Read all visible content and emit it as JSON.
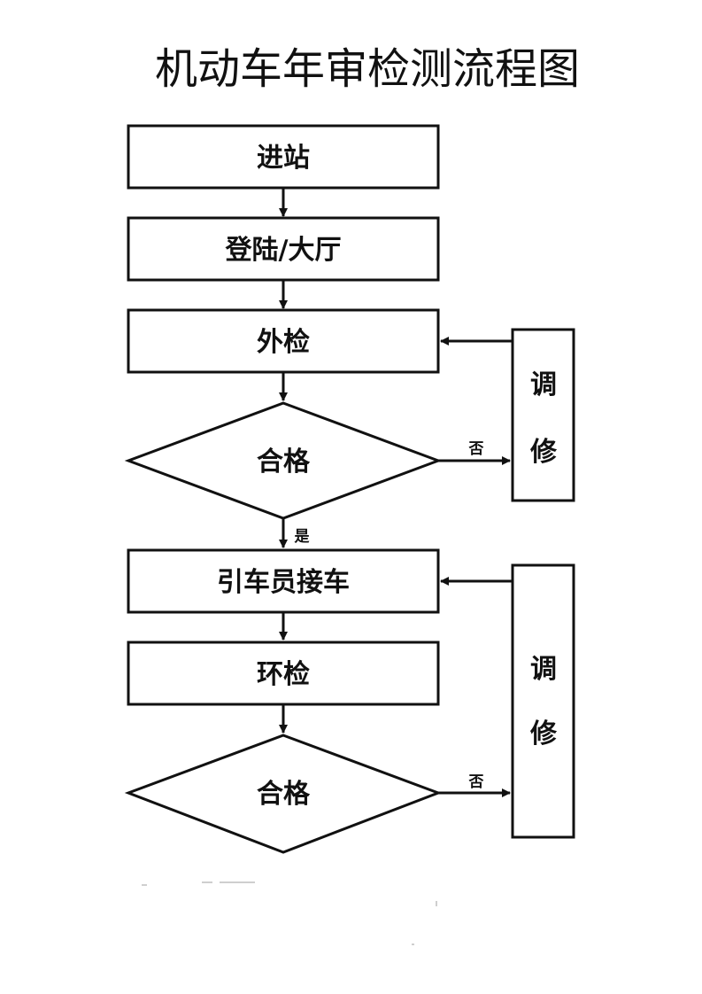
{
  "title": "机动车年审检测流程图",
  "steps": {
    "enter": "进站",
    "login": "登陆/大厅",
    "exterior_check": "外检",
    "pass_1": "合格",
    "driver_takeover": "引车员接车",
    "env_check": "环检",
    "pass_2": "合格"
  },
  "side_boxes": {
    "repair_1": [
      "调",
      "修"
    ],
    "repair_2": [
      "调",
      "修"
    ]
  },
  "labels": {
    "no_1": "否",
    "yes_1": "是",
    "no_2": "否"
  }
}
